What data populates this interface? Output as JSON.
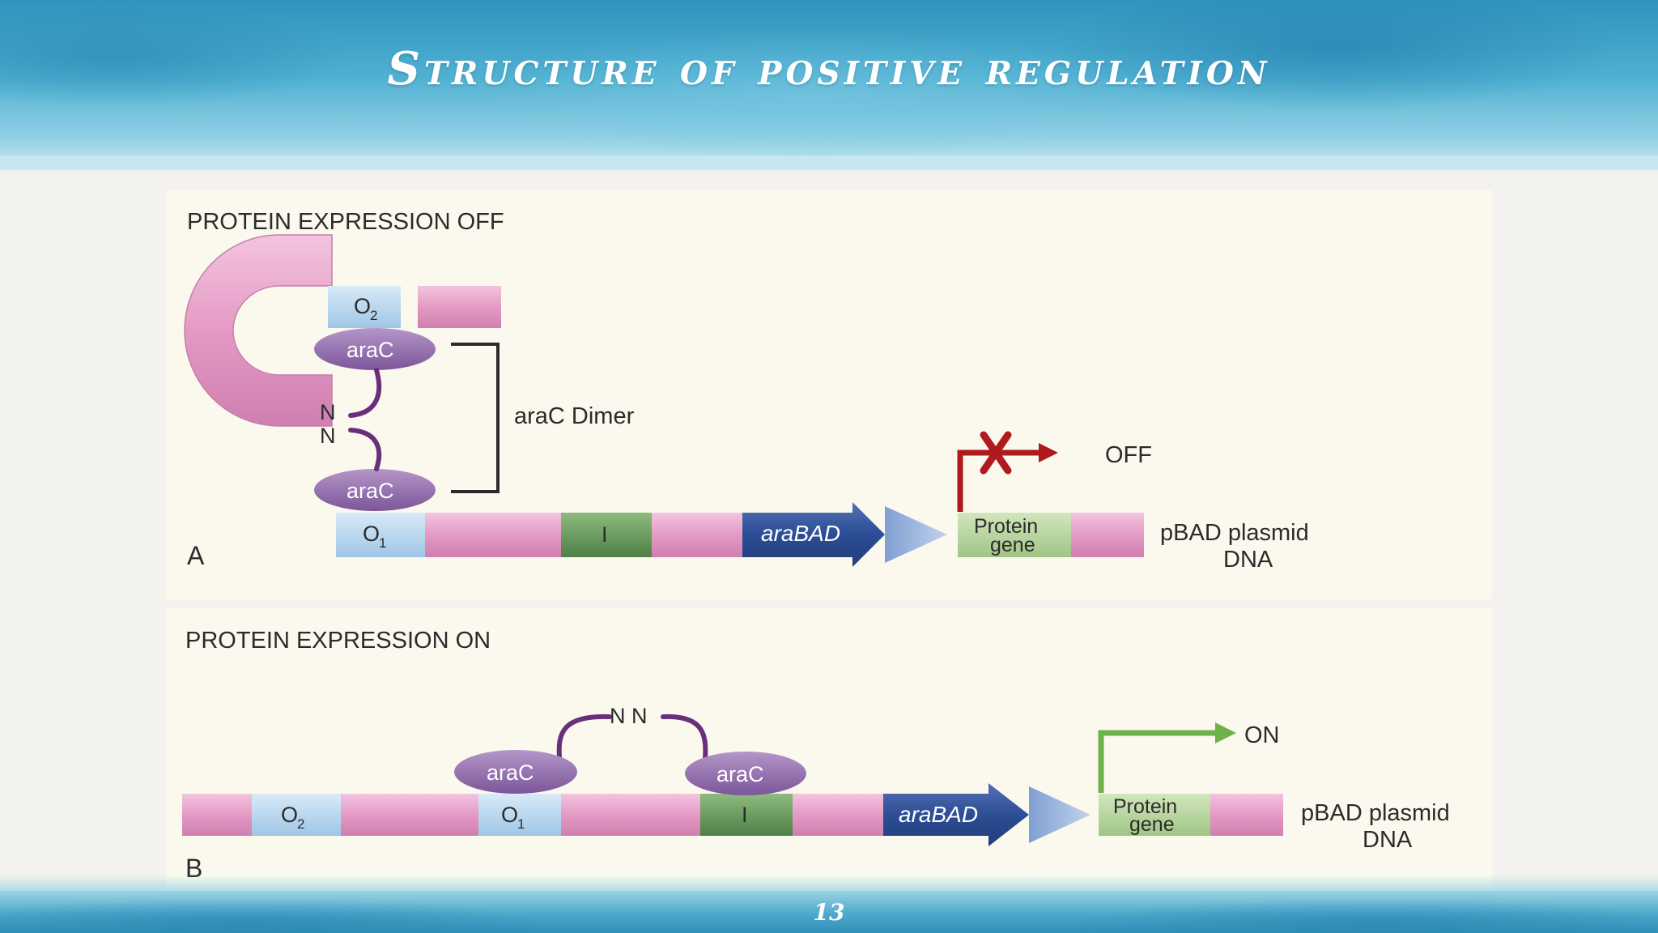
{
  "slide": {
    "title": "Structure of positive regulation",
    "page_number": "13"
  },
  "panel_a": {
    "heading": "PROTEIN EXPRESSION OFF",
    "letter": "A",
    "operator_top": "O",
    "operator_top_sub": "2",
    "operator_bottom": "O",
    "operator_bottom_sub": "1",
    "arac_top": "araC",
    "arac_bottom": "araC",
    "n_top": "N",
    "n_bottom": "N",
    "dimer_label": "araC Dimer",
    "i_site": "I",
    "arabad": "araBAD",
    "protein_gene_line1": "Protein",
    "protein_gene_line2": "gene",
    "status": "OFF",
    "plasmid_line1": "pBAD plasmid",
    "plasmid_line2": "DNA"
  },
  "panel_b": {
    "heading": "PROTEIN EXPRESSION ON",
    "letter": "B",
    "operator_2": "O",
    "operator_2_sub": "2",
    "operator_1": "O",
    "operator_1_sub": "1",
    "arac_left": "araC",
    "arac_right": "araC",
    "nn_label": "N N",
    "i_site": "I",
    "arabad": "araBAD",
    "protein_gene_line1": "Protein",
    "protein_gene_line2": "gene",
    "status": "ON",
    "plasmid_line1": "pBAD plasmid",
    "plasmid_line2": "DNA"
  },
  "colors": {
    "dna_pink": "#e7a8cc",
    "operator_blue": "#b9d6ee",
    "i_site_green": "#6f9f62",
    "protein_gene_green": "#b8d59c",
    "arac_purple": "#9a76b0",
    "linker_purple": "#6a2f7a",
    "arabad_blue": "#2c4e95",
    "off_arrow_red": "#b01a1f",
    "on_arrow_green": "#6fb24a",
    "figure_bg": "#fbf9ee"
  }
}
